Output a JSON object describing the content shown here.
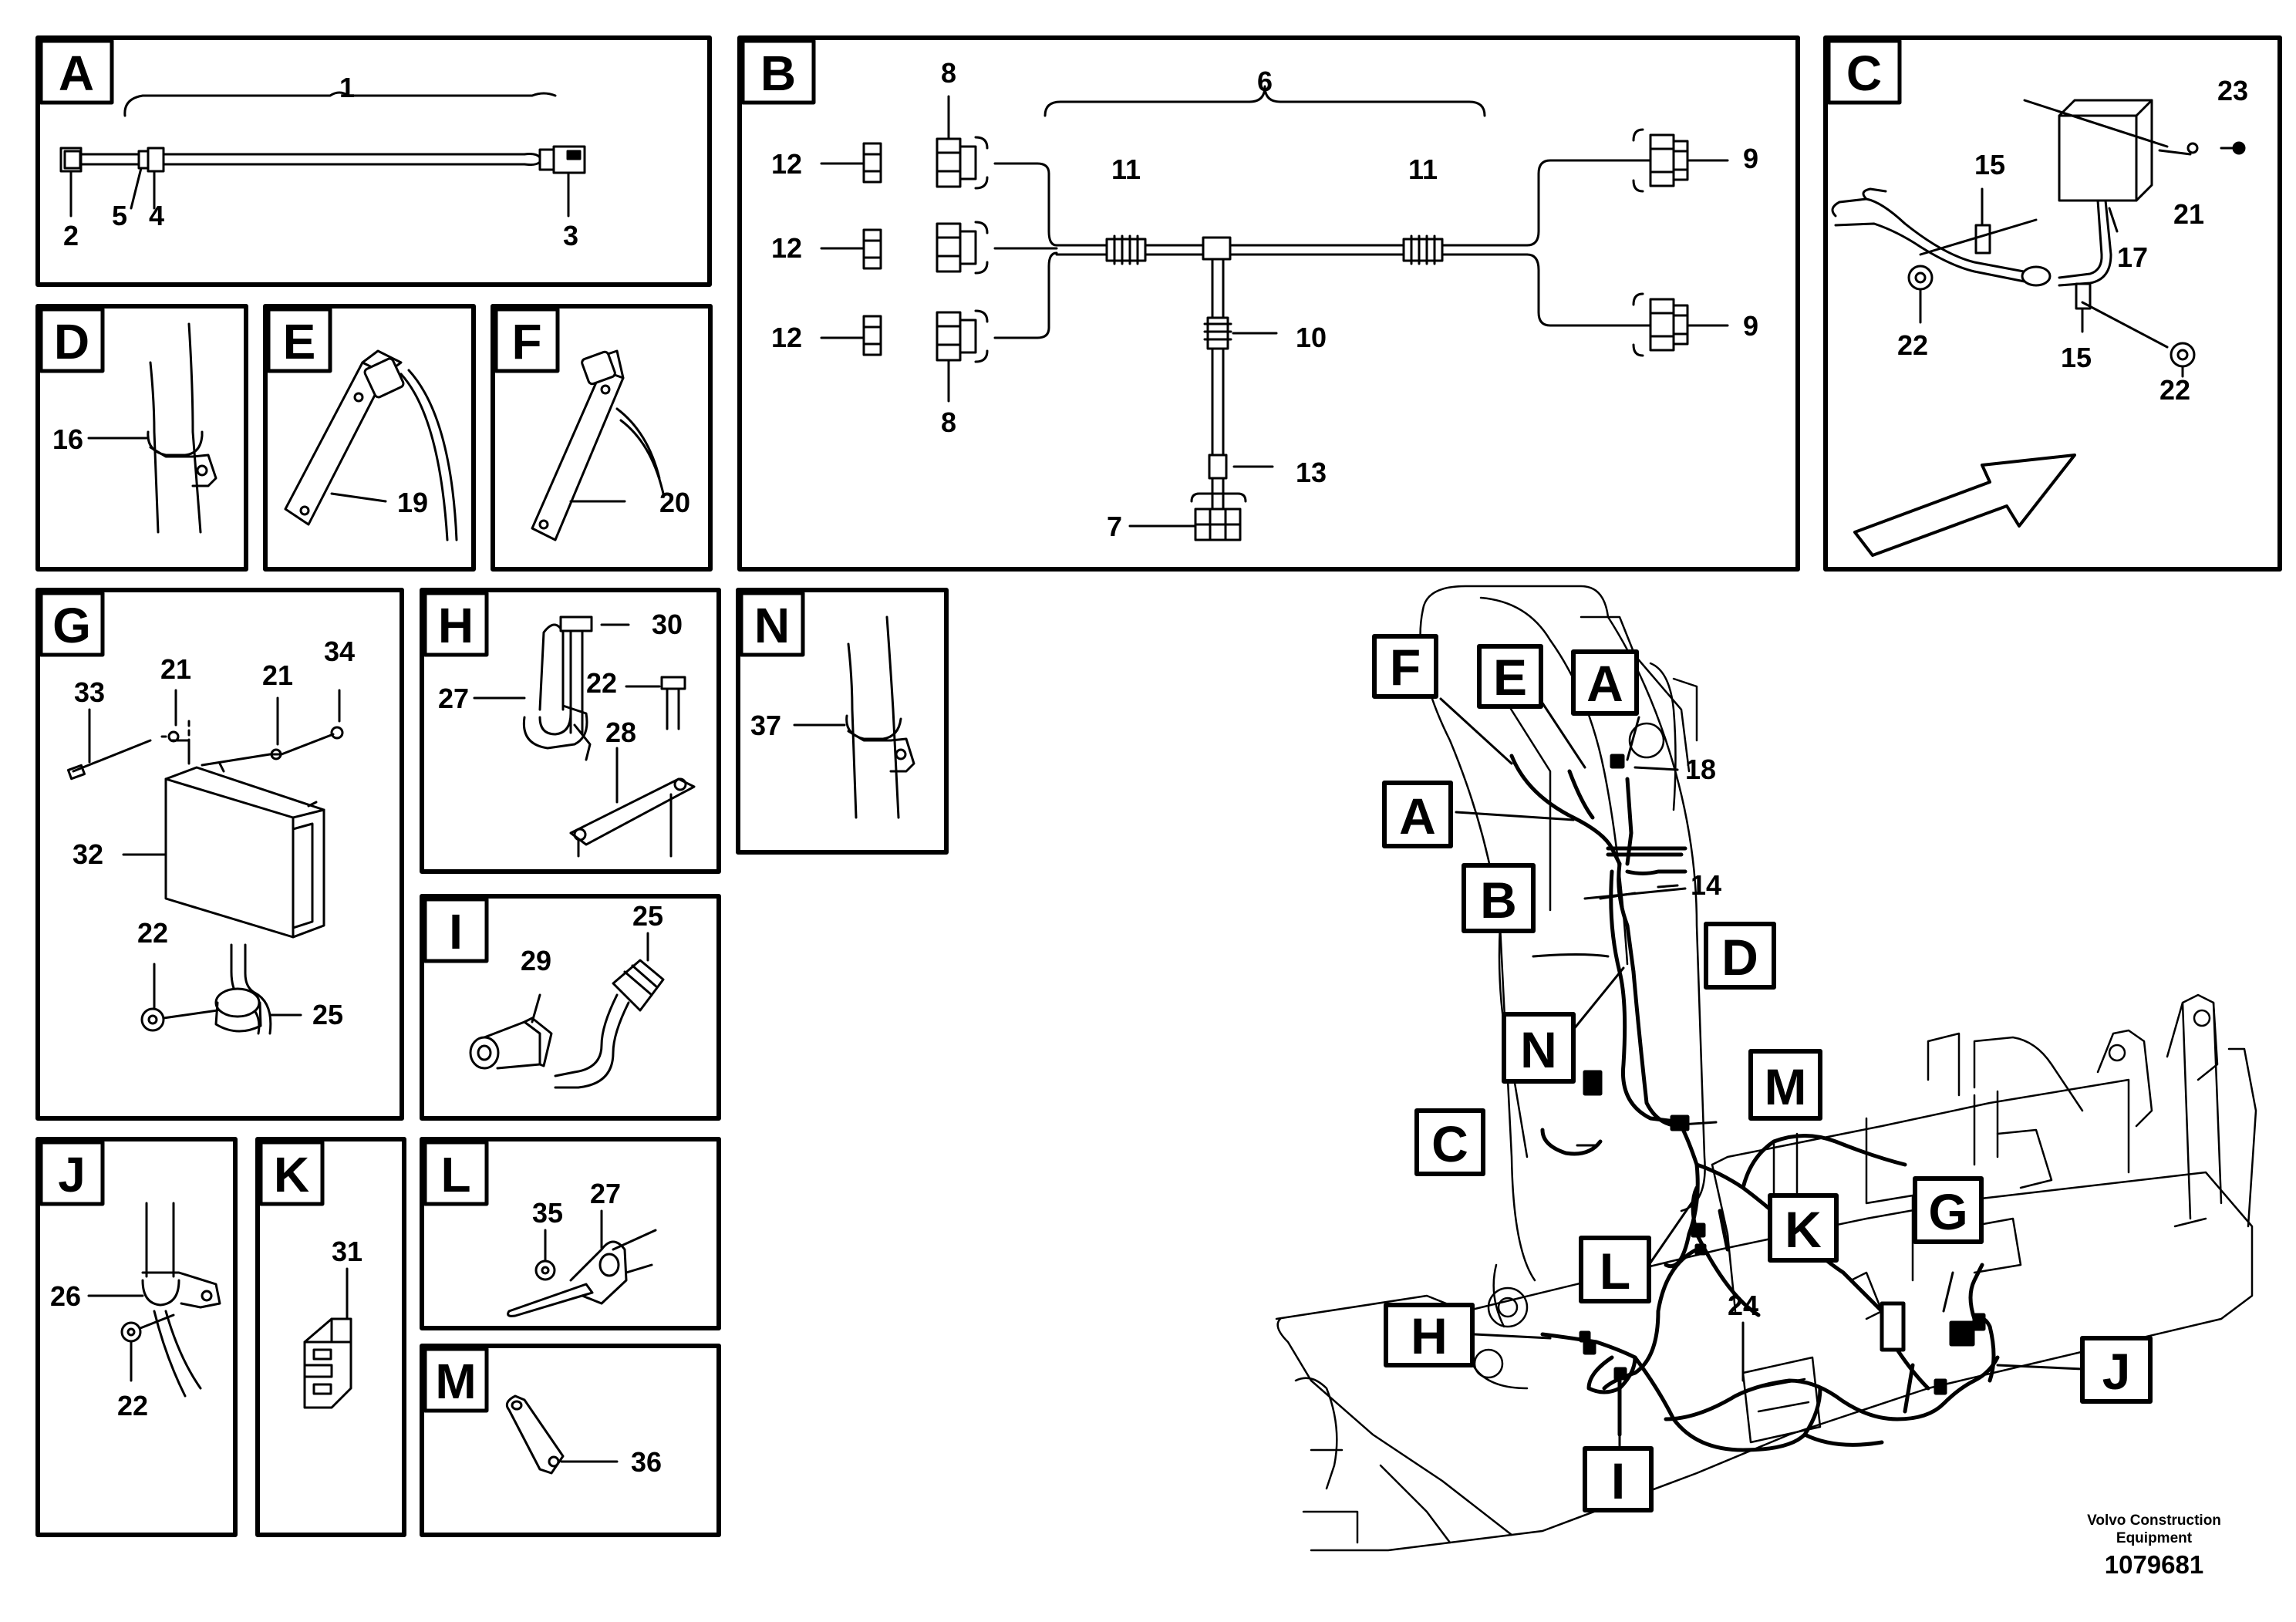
{
  "panels": [
    {
      "letter": "A",
      "callouts": [
        "1",
        "2",
        "5",
        "4",
        "3"
      ]
    },
    {
      "letter": "B",
      "callouts": [
        "8",
        "6",
        "12",
        "11",
        "11",
        "9",
        "12",
        "9",
        "10",
        "12",
        "13",
        "8",
        "7"
      ]
    },
    {
      "letter": "C",
      "callouts": [
        "23",
        "15",
        "21",
        "17",
        "22",
        "15",
        "22"
      ]
    },
    {
      "letter": "D",
      "callouts": [
        "16"
      ]
    },
    {
      "letter": "E",
      "callouts": [
        "19"
      ]
    },
    {
      "letter": "F",
      "callouts": [
        "20"
      ]
    },
    {
      "letter": "G",
      "callouts": [
        "21",
        "21",
        "34",
        "33",
        "32",
        "22",
        "25"
      ]
    },
    {
      "letter": "H",
      "callouts": [
        "30",
        "27",
        "22",
        "28"
      ]
    },
    {
      "letter": "N",
      "callouts": [
        "37"
      ]
    },
    {
      "letter": "I",
      "callouts": [
        "25",
        "29"
      ]
    },
    {
      "letter": "J",
      "callouts": [
        "26",
        "22"
      ]
    },
    {
      "letter": "K",
      "callouts": [
        "31"
      ]
    },
    {
      "letter": "L",
      "callouts": [
        "35",
        "27"
      ]
    },
    {
      "letter": "M",
      "callouts": [
        "36"
      ]
    }
  ],
  "overview": {
    "letters": [
      "F",
      "E",
      "A",
      "A",
      "B",
      "D",
      "N",
      "M",
      "C",
      "K",
      "G",
      "L",
      "H",
      "J",
      "I"
    ],
    "numbers": [
      "18",
      "14",
      "24"
    ]
  },
  "credit": {
    "line1": "Volvo Construction",
    "line2": "Equipment",
    "docno": "1079681"
  }
}
